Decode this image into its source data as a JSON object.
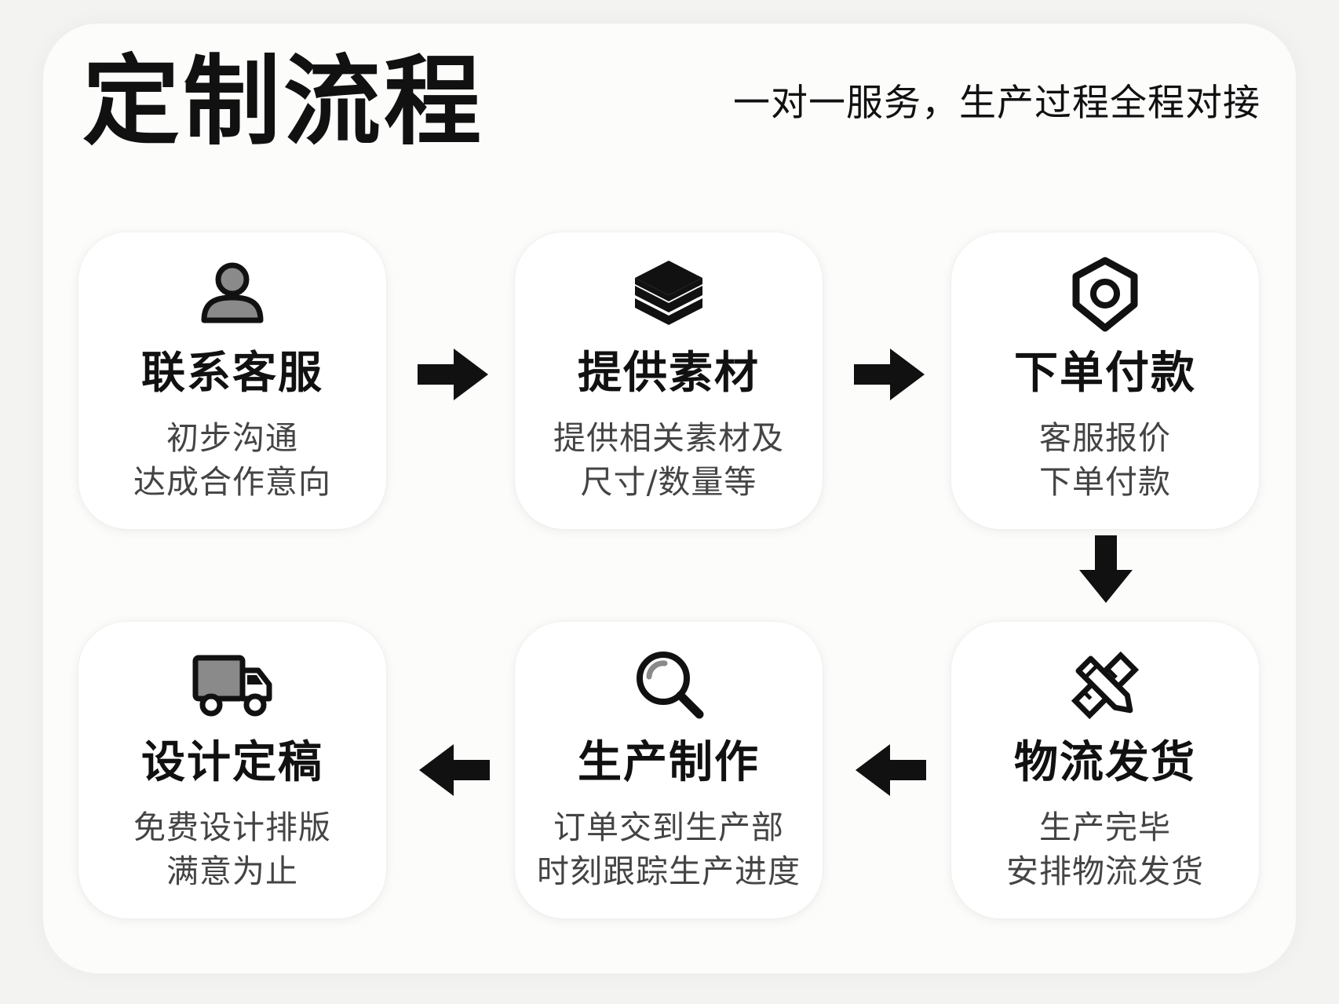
{
  "header": {
    "title": "定制流程",
    "subtitle": "一对一服务，生产过程全程对接"
  },
  "steps": [
    {
      "title": "联系客服",
      "desc1": "初步沟通",
      "desc2": "达成合作意向",
      "icon": "user-icon"
    },
    {
      "title": "提供素材",
      "desc1": "提供相关素材及",
      "desc2": "尺寸/数量等",
      "icon": "layers-icon"
    },
    {
      "title": "下单付款",
      "desc1": "客服报价",
      "desc2": "下单付款",
      "icon": "shield-icon"
    },
    {
      "title": "物流发货",
      "desc1": "生产完毕",
      "desc2": "安排物流发货",
      "icon": "pencil-ruler-icon"
    },
    {
      "title": "生产制作",
      "desc1": "订单交到生产部",
      "desc2": "时刻跟踪生产进度",
      "icon": "magnifier-icon"
    },
    {
      "title": "设计定稿",
      "desc1": "免费设计排版",
      "desc2": "满意为止",
      "icon": "truck-icon"
    }
  ],
  "colors": {
    "text": "#111111",
    "muted": "#444444",
    "icon_fill": "#8a8a8a"
  }
}
